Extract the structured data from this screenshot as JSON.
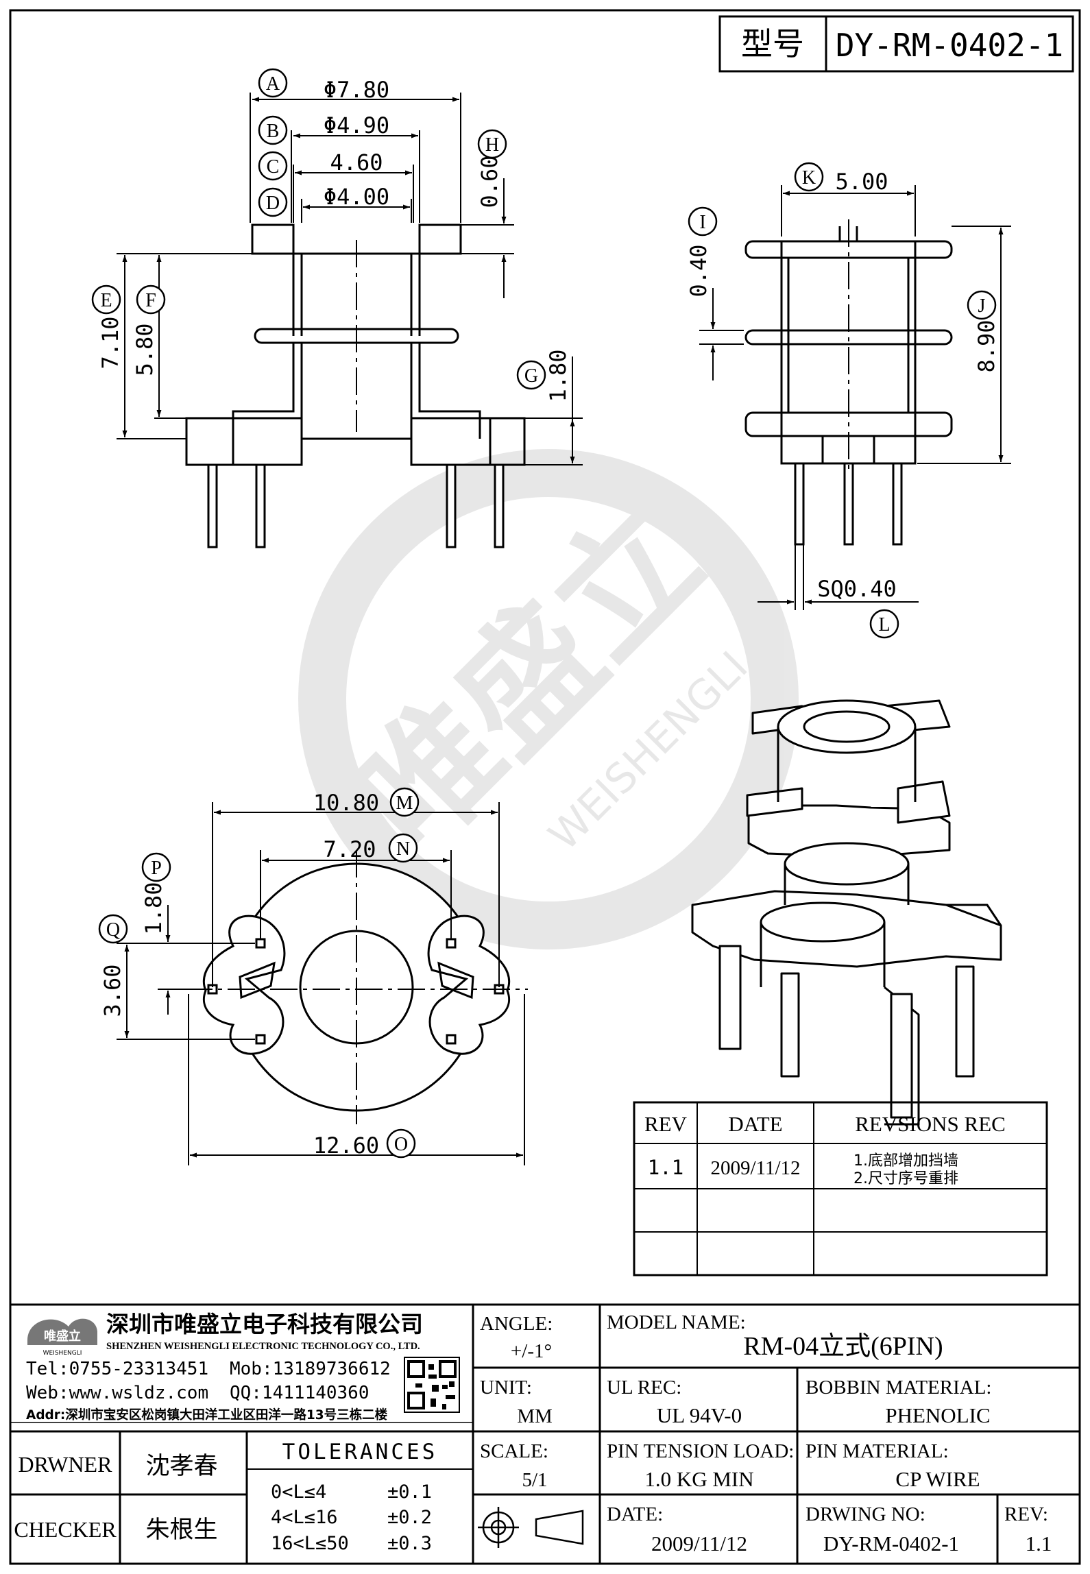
{
  "header": {
    "type_label": "型号",
    "part_no": "DY-RM-0402-1"
  },
  "dims": {
    "A": "Φ7.80",
    "B": "Φ4.90",
    "C": "4.60",
    "D": "Φ4.00",
    "H": "0.60",
    "E": "7.10",
    "F": "5.80",
    "G": "1.80",
    "K": "5.00",
    "I": "0.40",
    "J": "8.90",
    "L": "SQ0.40",
    "M": "10.80",
    "N": "7.20",
    "P": "1.80",
    "Q": "3.60",
    "O": "12.60"
  },
  "callouts": [
    "A",
    "B",
    "C",
    "D",
    "E",
    "F",
    "G",
    "H",
    "I",
    "J",
    "K",
    "L",
    "M",
    "N",
    "O",
    "P",
    "Q"
  ],
  "watermark": {
    "cn": "唯盛立",
    "en": "WEISHENGLI"
  },
  "revisions": {
    "headers": [
      "REV",
      "DATE",
      "REVSIONS REC"
    ],
    "rows": [
      {
        "rev": "1.1",
        "date": "2009/11/12",
        "rec1": "1.底部增加挡墙",
        "rec2": "2.尺寸序号重排"
      }
    ]
  },
  "company": {
    "logo_cn": "唯盛立",
    "logo_en": "WEISHENGLI",
    "name_cn": "深圳市唯盛立电子科技有限公司",
    "name_en": "SHENZHEN WEISHENGLI ELECTRONIC TECHNOLOGY CO., LTD.",
    "tel": "Tel:0755-23313451",
    "mob": "Mob:13189736612",
    "web": "Web:www.wsldz.com",
    "qq": "QQ:1411140360",
    "addr": "Addr:深圳市宝安区松岗镇大田洋工业区田洋一路13号三栋二楼"
  },
  "title_block": {
    "angle_label": "ANGLE:",
    "angle_value": "+/-1°",
    "model_label": "MODEL NAME:",
    "model_value": "RM-04立式(6PIN)",
    "unit_label": "UNIT:",
    "unit_value": "MM",
    "ul_label": "UL REC:",
    "ul_value": "UL 94V-0",
    "bobbin_label": "BOBBIN MATERIAL:",
    "bobbin_value": "PHENOLIC",
    "scale_label": "SCALE:",
    "scale_value": "5/1",
    "tension_label": "PIN TENSION LOAD:",
    "tension_value": "1.0 KG MIN",
    "pin_label": "PIN MATERIAL:",
    "pin_value": "CP WIRE",
    "date_label": "DATE:",
    "date_value": "2009/11/12",
    "dwg_label": "DRWING NO:",
    "dwg_value": "DY-RM-0402-1",
    "rev_label": "REV:",
    "rev_value": "1.1",
    "drawer_label": "DRWNER",
    "drawer_value": "沈孝春",
    "checker_label": "CHECKER",
    "checker_value": "朱根生",
    "tolerances_title": "TOLERANCES",
    "tolerances": [
      {
        "range": "0<L≤4",
        "tol": "±0.1"
      },
      {
        "range": "4<L≤16",
        "tol": "±0.2"
      },
      {
        "range": "16<L≤50",
        "tol": "±0.3"
      }
    ]
  }
}
